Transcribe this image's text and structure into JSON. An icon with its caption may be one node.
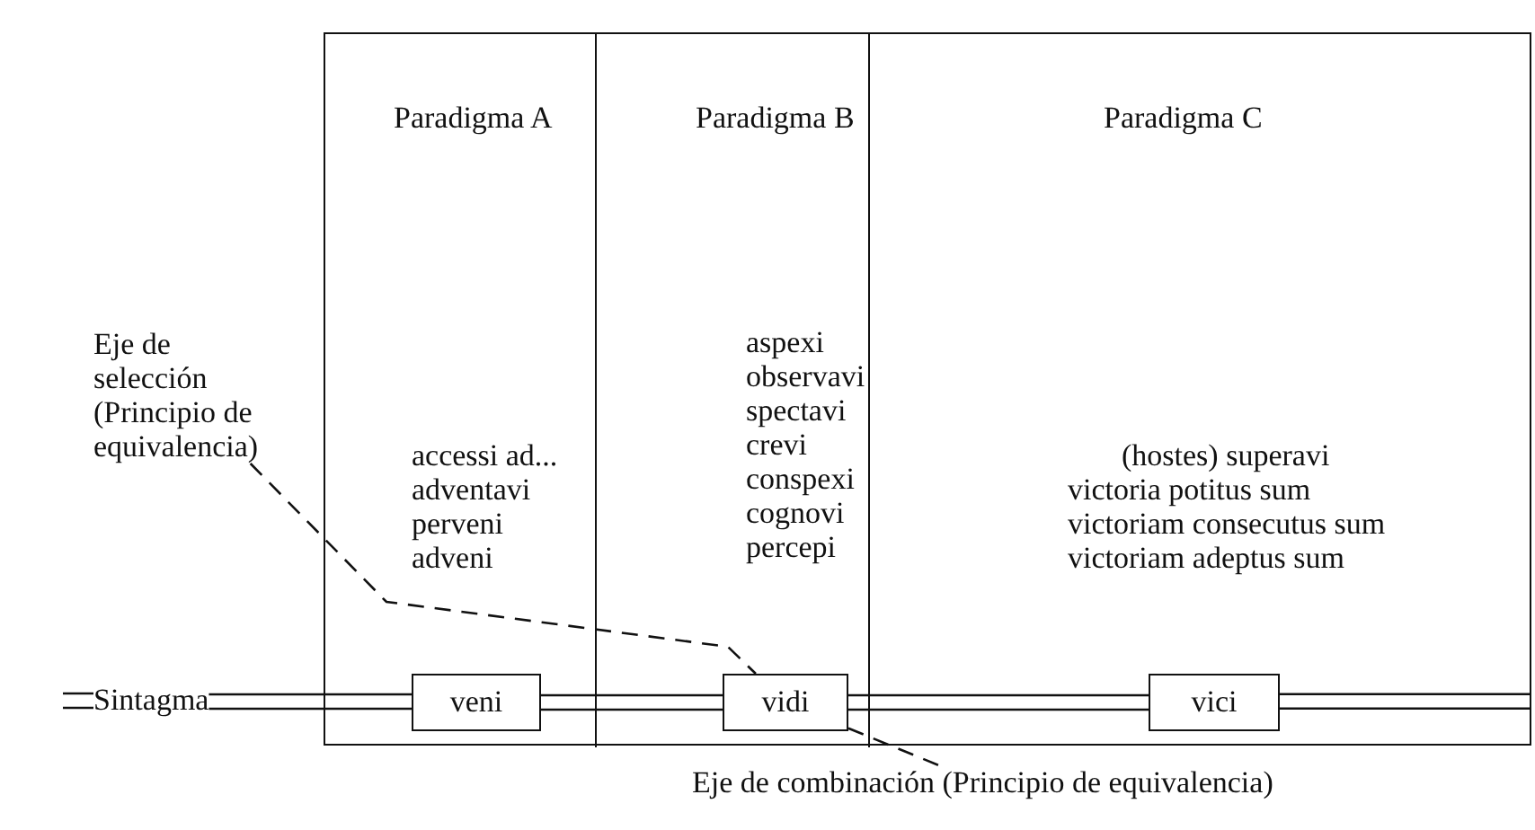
{
  "diagram": {
    "nodes": [
      {
        "text": [],
        "shape": "box"
      },
      {
        "text": [
          "Paradigma A",
          "accessi ad...",
          "adventavi",
          "perveni",
          "adveni"
        ],
        "in": 0
      },
      {
        "text": [
          "Paradigma B",
          "aspexi",
          "observavi",
          "spectavi",
          "crevi",
          "conspexi",
          "cognovi",
          "percepi"
        ],
        "in": 0
      },
      {
        "text": [
          "Paradigma C",
          "(hostes) superavi",
          "victoria potitus sum",
          "victoriam consecutus sum",
          "victoriam adeptus sum"
        ],
        "in": 0
      },
      {
        "text": [
          "Eje de selección (Principio de equivalencia)"
        ]
      },
      {
        "text": [
          "Sintagma"
        ]
      },
      {
        "text": [
          "veni"
        ],
        "in": 1
      },
      {
        "text": [
          "vidi"
        ],
        "in": 2
      },
      {
        "text": [
          "vici"
        ],
        "in": 3
      },
      {
        "text": [
          "Eje de combinación (Principio de equivalencia)"
        ]
      }
    ],
    "edges": [
      {
        "from": null,
        "to": 5,
        "arrow": "none"
      },
      {
        "from": 5,
        "to": 6,
        "arrow": "none"
      },
      {
        "from": 6,
        "to": 7,
        "arrow": "none"
      },
      {
        "from": 7,
        "to": 8,
        "arrow": "none"
      },
      {
        "from": 8,
        "to": null,
        "arrow": "none"
      },
      {
        "from": 4,
        "to": 7,
        "arrow": "none",
        "style": "dashed"
      },
      {
        "from": 7,
        "to": 9,
        "arrow": "none",
        "style": "dashed"
      }
    ]
  }
}
